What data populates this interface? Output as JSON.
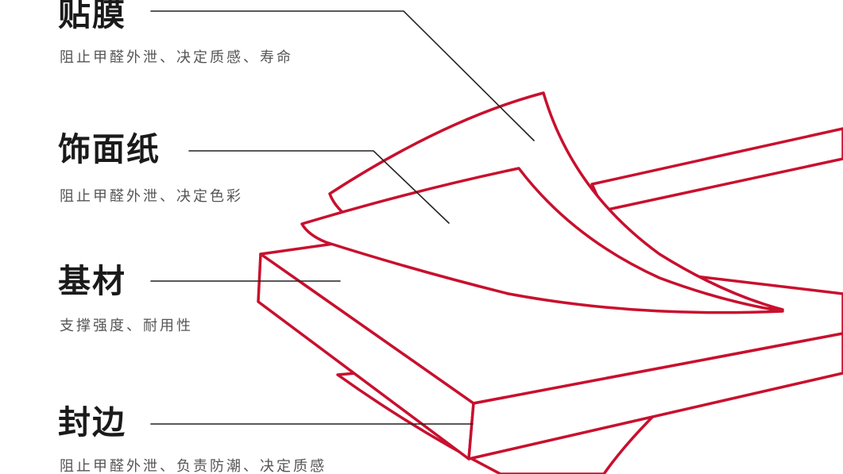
{
  "colors": {
    "outline": "#c8102e",
    "text_title": "#1a1a1a",
    "text_desc": "#555555",
    "leader_line": "#222222",
    "background": "#ffffff"
  },
  "layers": [
    {
      "title": "贴膜",
      "description": "阻止甲醛外泄、决定质感、寿命"
    },
    {
      "title": "饰面纸",
      "description": "阻止甲醛外泄、决定色彩"
    },
    {
      "title": "基材",
      "description": "支撑强度、耐用性"
    },
    {
      "title": "封边",
      "description": "阻止甲醛外泄、负责防潮、决定质感"
    }
  ]
}
